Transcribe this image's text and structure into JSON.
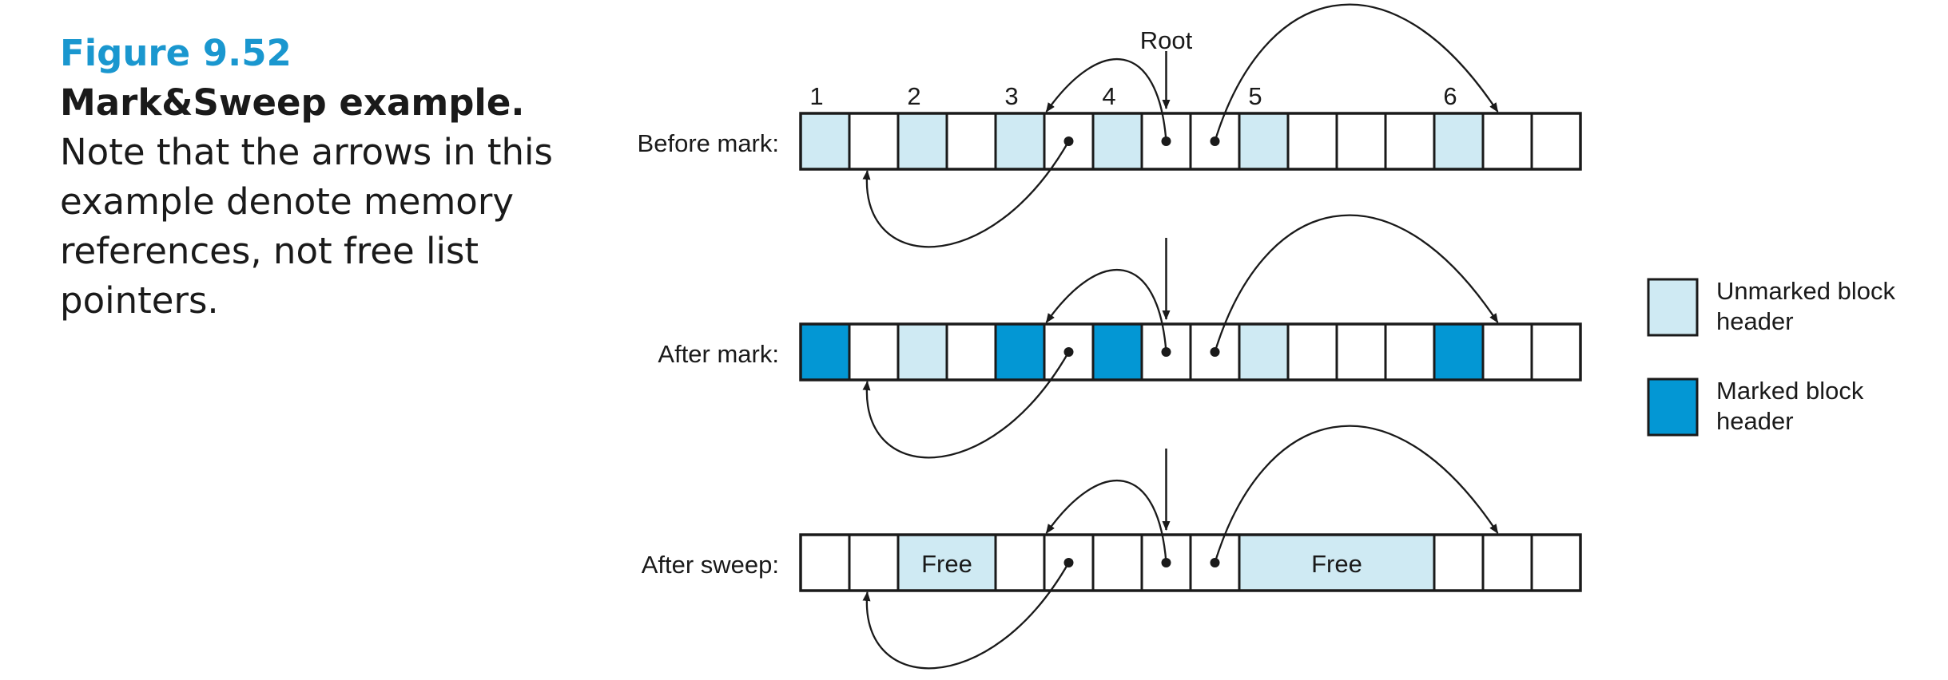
{
  "caption": {
    "figure_number": "Figure 9.52",
    "title": "Mark&Sweep example.",
    "lines": [
      "Note that the arrows in this",
      "example denote memory",
      "references, not free list",
      "pointers."
    ]
  },
  "root_label": "Root",
  "block_numbers": [
    "1",
    "2",
    "3",
    "4",
    "5",
    "6"
  ],
  "rows": [
    {
      "label": "Before mark:",
      "cells": [
        "unmarked",
        "empty",
        "unmarked",
        "empty",
        "unmarked",
        "empty",
        "unmarked",
        "empty",
        "empty",
        "unmarked",
        "empty",
        "empty",
        "empty",
        "unmarked",
        "empty",
        "empty"
      ],
      "free_regions": []
    },
    {
      "label": "After mark:",
      "cells": [
        "marked",
        "empty",
        "unmarked",
        "empty",
        "marked",
        "empty",
        "marked",
        "empty",
        "empty",
        "unmarked",
        "empty",
        "empty",
        "empty",
        "marked",
        "empty",
        "empty"
      ],
      "free_regions": []
    },
    {
      "label": "After sweep:",
      "cells": [
        "empty",
        "empty",
        "free",
        "free",
        "empty",
        "empty",
        "empty",
        "empty",
        "empty",
        "free",
        "free",
        "free",
        "free",
        "empty",
        "empty",
        "empty"
      ],
      "free_regions": [
        {
          "start": 2,
          "end": 3,
          "label": "Free"
        },
        {
          "start": 9,
          "end": 12,
          "label": "Free"
        }
      ]
    }
  ],
  "legend": [
    {
      "kind": "unmarked",
      "line1": "Unmarked block",
      "line2": "header"
    },
    {
      "kind": "marked",
      "line1": "Marked block",
      "line2": "header"
    }
  ],
  "colors": {
    "unmarked": "#cfeaf3",
    "marked": "#0397d4",
    "free": "#cfeaf3",
    "stroke": "#1a1a1a",
    "caption_accent": "#1a97cf"
  }
}
